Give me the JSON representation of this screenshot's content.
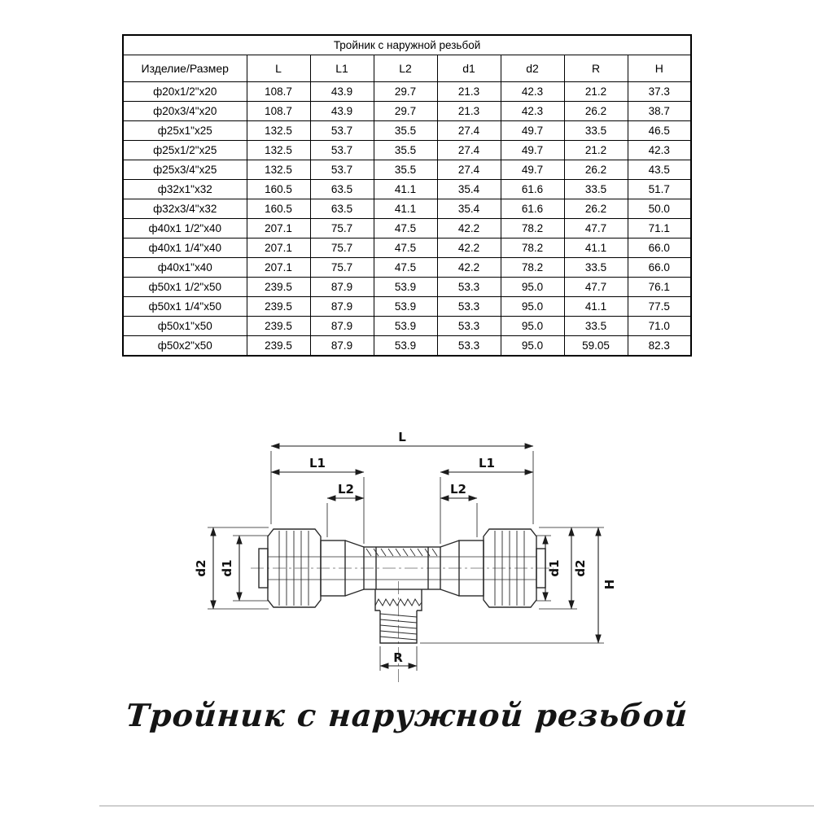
{
  "table": {
    "title": "Тройник с наружной резьбой",
    "columns": [
      "Изделие/Размер",
      "L",
      "L1",
      "L2",
      "d1",
      "d2",
      "R",
      "H"
    ],
    "rows": [
      [
        "ф20x1/2\"x20",
        "108.7",
        "43.9",
        "29.7",
        "21.3",
        "42.3",
        "21.2",
        "37.3"
      ],
      [
        "ф20x3/4\"x20",
        "108.7",
        "43.9",
        "29.7",
        "21.3",
        "42.3",
        "26.2",
        "38.7"
      ],
      [
        "ф25x1\"x25",
        "132.5",
        "53.7",
        "35.5",
        "27.4",
        "49.7",
        "33.5",
        "46.5"
      ],
      [
        "ф25x1/2\"x25",
        "132.5",
        "53.7",
        "35.5",
        "27.4",
        "49.7",
        "21.2",
        "42.3"
      ],
      [
        "ф25x3/4\"x25",
        "132.5",
        "53.7",
        "35.5",
        "27.4",
        "49.7",
        "26.2",
        "43.5"
      ],
      [
        "ф32x1\"x32",
        "160.5",
        "63.5",
        "41.1",
        "35.4",
        "61.6",
        "33.5",
        "51.7"
      ],
      [
        "ф32x3/4\"x32",
        "160.5",
        "63.5",
        "41.1",
        "35.4",
        "61.6",
        "26.2",
        "50.0"
      ],
      [
        "ф40x1 1/2\"x40",
        "207.1",
        "75.7",
        "47.5",
        "42.2",
        "78.2",
        "47.7",
        "71.1"
      ],
      [
        "ф40x1 1/4\"x40",
        "207.1",
        "75.7",
        "47.5",
        "42.2",
        "78.2",
        "41.1",
        "66.0"
      ],
      [
        "ф40x1\"x40",
        "207.1",
        "75.7",
        "47.5",
        "42.2",
        "78.2",
        "33.5",
        "66.0"
      ],
      [
        "ф50x1 1/2\"x50",
        "239.5",
        "87.9",
        "53.9",
        "53.3",
        "95.0",
        "47.7",
        "76.1"
      ],
      [
        "ф50x1 1/4\"x50",
        "239.5",
        "87.9",
        "53.9",
        "53.3",
        "95.0",
        "41.1",
        "77.5"
      ],
      [
        "ф50x1\"x50",
        "239.5",
        "87.9",
        "53.9",
        "53.3",
        "95.0",
        "33.5",
        "71.0"
      ],
      [
        "ф50x2\"x50",
        "239.5",
        "87.9",
        "53.9",
        "53.3",
        "95.0",
        "59.05",
        "82.3"
      ]
    ]
  },
  "drawing": {
    "labels": {
      "L": "L",
      "L1": "L1",
      "L2": "L2",
      "d1": "d1",
      "d2": "d2",
      "H": "H",
      "R": "R"
    }
  },
  "caption": "Тройник с наружной резьбой"
}
